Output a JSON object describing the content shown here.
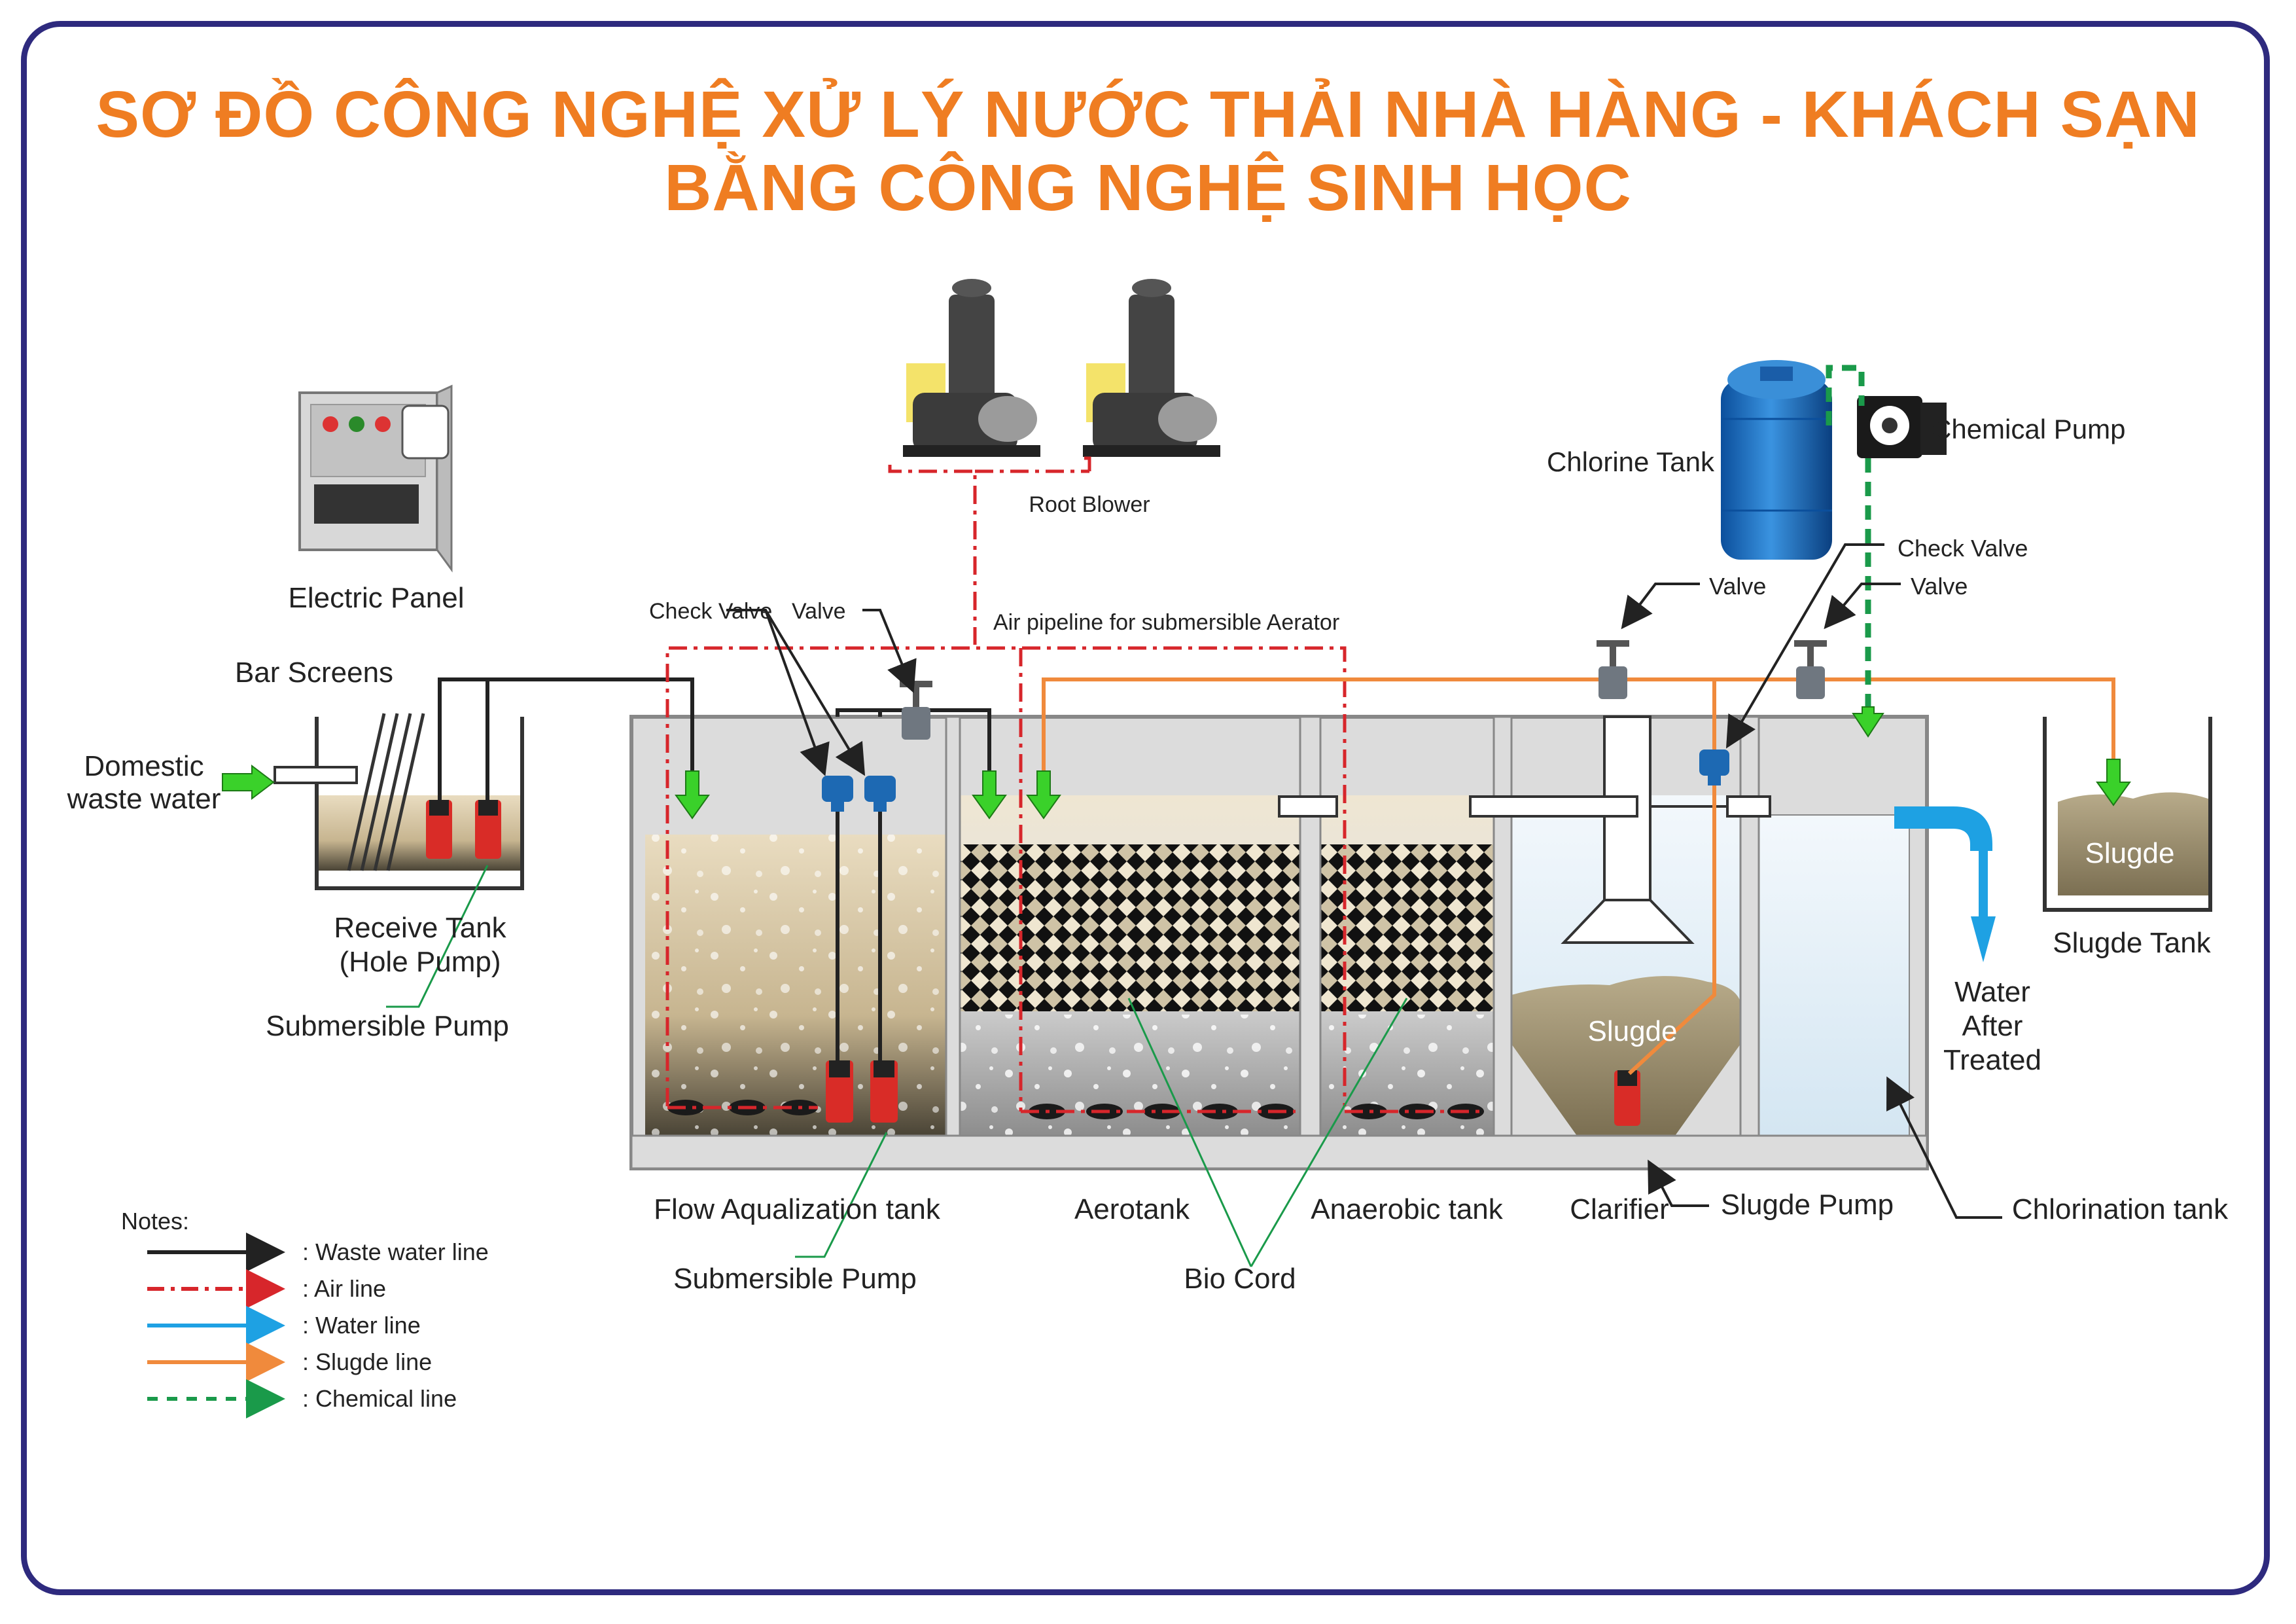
{
  "title": {
    "line1": "SƠ ĐỒ CÔNG NGHỆ XỬ LÝ NƯỚC THẢI NHÀ HÀNG - KHÁCH SẠN",
    "line2": "BẰNG CÔNG NGHỆ SINH HỌC"
  },
  "labels": {
    "electric_panel": "Electric Panel",
    "root_blower": "Root Blower",
    "chlorine_tank": "Chlorine Tank",
    "chemical_pump": "Chemical Pump",
    "check_valve_left": "Check Valve",
    "valve_left": "Valve",
    "air_pipeline": "Air pipeline for submersible Aerator",
    "check_valve_right": "Check Valve",
    "valve_mid": "Valve",
    "valve_right": "Valve",
    "bar_screens": "Bar Screens",
    "domestic_1": "Domestic",
    "domestic_2": "waste water",
    "receive_tank_1": "Receive Tank",
    "receive_tank_2": "(Hole Pump)",
    "submersible_pump_left": "Submersible Pump",
    "flow_tank": "Flow Aqualization tank",
    "submersible_pump_mid": "Submersible Pump",
    "aerotank": "Aerotank",
    "anaerobic": "Anaerobic tank",
    "bio_cord": "Bio Cord",
    "clarifier": "Clarifier",
    "sludge_pump": "Slugde Pump",
    "chlorination": "Chlorination tank",
    "sludge_in_clarifier": "Slugde",
    "sludge_in_tank": "Slugde",
    "sludge_tank": "Slugde Tank",
    "water_after_1": "Water",
    "water_after_2": "After",
    "water_after_3": "Treated"
  },
  "legend": {
    "heading": "Notes:",
    "items": [
      {
        "label": ": Waste water line",
        "color": "#222222",
        "style": "solid"
      },
      {
        "label": ": Air line",
        "color": "#d7262b",
        "style": "dashdot"
      },
      {
        "label": ": Water line",
        "color": "#1ea1e3",
        "style": "solid"
      },
      {
        "label": ": Slugde line",
        "color": "#f08a3c",
        "style": "solid"
      },
      {
        "label": ": Chemical line",
        "color": "#1a9a4a",
        "style": "dashed"
      }
    ]
  },
  "colors": {
    "title": "#ef7d22",
    "frame": "#2e2a7e",
    "waste_line": "#222222",
    "air_line": "#d7262b",
    "water_line": "#1ea1e3",
    "sludge_line": "#f08a3c",
    "chemical_line": "#1a9a4a",
    "arrow_green": "#3ad12a"
  }
}
